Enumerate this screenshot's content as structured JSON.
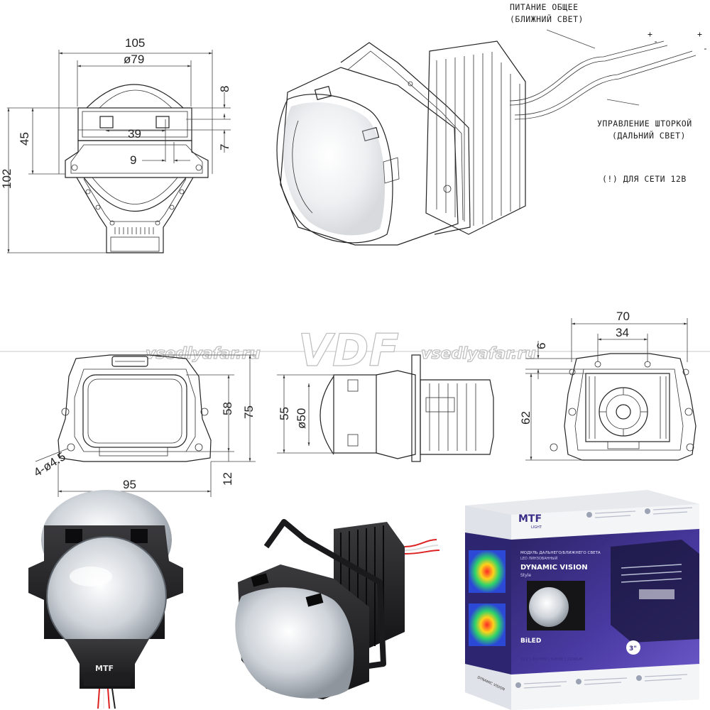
{
  "notes": {
    "power_line1": "ПИТАНИЕ ОБЩЕЕ",
    "power_line2": "(БЛИЖНИЙ СВЕТ)",
    "shutter_line1": "УПРАВЛЕНИЕ ШТОРКОЙ",
    "shutter_line2": "(ДАЛЬНИЙ СВЕТ)",
    "network": "(!) ДЛЯ СЕТИ 12В",
    "plus": "+",
    "minus": "-"
  },
  "front_view_dims": {
    "width": "105",
    "lens_dia": "ø79",
    "top_offset": "8",
    "height_upper": "45",
    "inner_width": "39",
    "side_offset": "7",
    "small_offset": "9",
    "total_height": "102"
  },
  "bottom_front_dims": {
    "holes": "4-ø4.5",
    "inner_height": "58",
    "outer_height": "75",
    "bottom_offset": "12",
    "width": "95"
  },
  "side_view_dims": {
    "height": "55",
    "lens_dia": "ø50"
  },
  "back_view_dims": {
    "width": "70",
    "hole_spacing": "34",
    "top_offset": "6",
    "height": "62"
  },
  "watermark": {
    "site_left": "vsedlyafar.ru",
    "logo": "VDF",
    "site_right": "vsedlyafar.ru"
  },
  "product_box": {
    "brand": "MTF",
    "brand_sub": "LIGHT",
    "module_desc": "МОДУЛЬ ДАЛЬНЕГО/БЛИЖНЕГО СВЕТА",
    "module_sub": "LED ЛИНЗОВАННЫЙ",
    "title": "DYNAMIC VISION",
    "style": "Style",
    "type": "BiLED",
    "specs": "12V | 36/45W | 5000K | 2100LM",
    "size_badge": "3\"",
    "side_text": "DYNAMIC VISION"
  },
  "photo_label": "MTF",
  "colors": {
    "line": "#222222",
    "box_purple": "#3d2f8c",
    "box_white": "#f4f5f7",
    "lens": "#d9dde2",
    "bracket": "#2c2c2e"
  }
}
